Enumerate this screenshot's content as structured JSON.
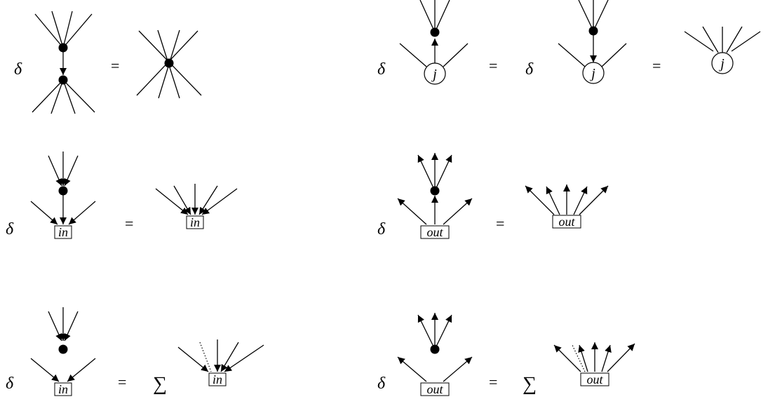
{
  "labels": {
    "delta": "δ",
    "equals": "=",
    "sum": "∑",
    "node_j": "j",
    "node_in": "in",
    "node_out": "out"
  },
  "equations": [
    {
      "name": "vertex-merge-identity",
      "row": 1,
      "column": 1,
      "parts": [
        "delta",
        "diagram",
        "equals",
        "diagram"
      ]
    },
    {
      "name": "j-node-identity",
      "row": 1,
      "column": 2,
      "parts": [
        "delta",
        "diagram",
        "equals",
        "delta",
        "diagram",
        "equals",
        "diagram"
      ]
    },
    {
      "name": "in-node-identity",
      "row": 2,
      "column": 1,
      "parts": [
        "delta",
        "diagram",
        "equals",
        "diagram"
      ]
    },
    {
      "name": "out-node-identity",
      "row": 2,
      "column": 2,
      "parts": [
        "delta",
        "diagram",
        "equals",
        "diagram"
      ]
    },
    {
      "name": "in-node-sum-identity",
      "row": 3,
      "column": 1,
      "parts": [
        "delta",
        "diagram",
        "equals",
        "sum",
        "diagram"
      ]
    },
    {
      "name": "out-node-sum-identity",
      "row": 3,
      "column": 2,
      "parts": [
        "delta",
        "diagram",
        "equals",
        "sum",
        "diagram"
      ]
    }
  ]
}
